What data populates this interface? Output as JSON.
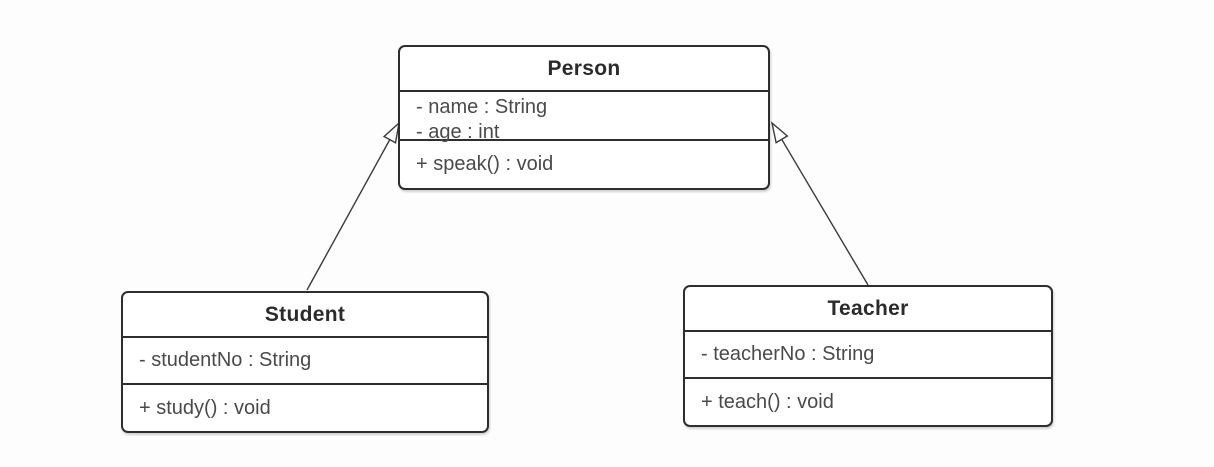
{
  "diagram": {
    "type": "uml-class-diagram",
    "background_color": "#fdfdfd",
    "stroke_color": "#2e2e2e",
    "title_text_color": "#2b2b2b",
    "member_text_color": "#4a4a4a",
    "classes": [
      {
        "id": "person",
        "name": "Person",
        "attributes": [
          "- name : String",
          "- age : int"
        ],
        "methods": [
          "+ speak() : void"
        ]
      },
      {
        "id": "student",
        "name": "Student",
        "attributes": [
          "- studentNo : String"
        ],
        "methods": [
          "+ study() : void"
        ]
      },
      {
        "id": "teacher",
        "name": "Teacher",
        "attributes": [
          "- teacherNo : String"
        ],
        "methods": [
          "+ teach() : void"
        ]
      }
    ],
    "relations": [
      {
        "type": "inheritance",
        "from": "Student",
        "to": "Person",
        "arrowhead": "hollow-triangle"
      },
      {
        "type": "inheritance",
        "from": "Teacher",
        "to": "Person",
        "arrowhead": "hollow-triangle"
      }
    ]
  }
}
